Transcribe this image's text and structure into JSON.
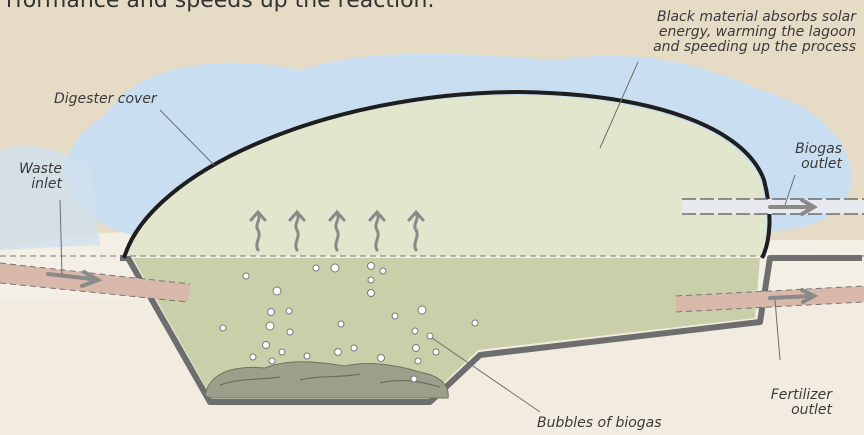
{
  "heading": "rformance and speeds up the reaction.",
  "labels": {
    "black_material": [
      "Black material absorbs solar",
      "energy, warming the lagoon",
      "and speeding up the process"
    ],
    "digester_cover": "Digester cover",
    "waste_inlet": [
      "Waste",
      "inlet"
    ],
    "biogas_outlet": [
      "Biogas",
      "outlet"
    ],
    "fertilizer_outlet": [
      "Fertilizer",
      "outlet"
    ],
    "bubbles": "Bubbles of biogas"
  },
  "colors": {
    "background": "#e6dcc6",
    "sand": "#f4efe4",
    "sky": "#c9def0",
    "liquid": "#c9cfa8",
    "gas_space": "#e2e6cc",
    "wall": "#6e6e6e",
    "cover": "#1e1e1e",
    "pipe": "#d8b8a8",
    "arrow": "#8a8a8a",
    "sludge": "#9aa08a"
  }
}
